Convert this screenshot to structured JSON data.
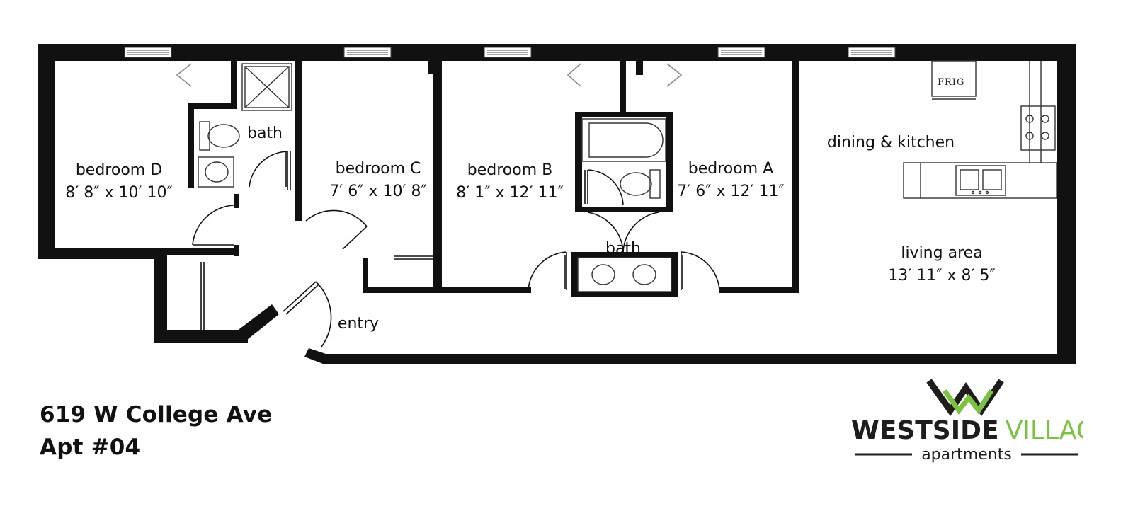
{
  "rooms": {
    "bedroom_d": {
      "name": "bedroom D",
      "size": "8′ 8″ x 10′ 10″"
    },
    "bedroom_c": {
      "name": "bedroom C",
      "size": "7′ 6″ x 10′ 8″"
    },
    "bedroom_b": {
      "name": "bedroom B",
      "size": "8′ 1″ x 12′ 11″"
    },
    "bedroom_a": {
      "name": "bedroom A",
      "size": "7′ 6″ x 12′ 11″"
    },
    "bath_1": {
      "name": "bath"
    },
    "bath_2": {
      "name": "bath"
    },
    "dining_kitchen": {
      "name": "dining & kitchen"
    },
    "living_area": {
      "name": "living area",
      "size": "13′ 11″ x 8′ 5″"
    },
    "entry": {
      "name": "entry"
    }
  },
  "fixtures": {
    "frig": "FRIG"
  },
  "address": {
    "line1": "619 W College Ave",
    "line2": "Apt #04"
  },
  "brand": {
    "name_dark": "WESTSIDE",
    "name_light": "VILLAGE",
    "sub": "apartments",
    "colors": {
      "dark": "#1d1d1b",
      "green": "#7cc242"
    }
  },
  "colors": {
    "wall": "#111111",
    "fixture": "#333333"
  }
}
